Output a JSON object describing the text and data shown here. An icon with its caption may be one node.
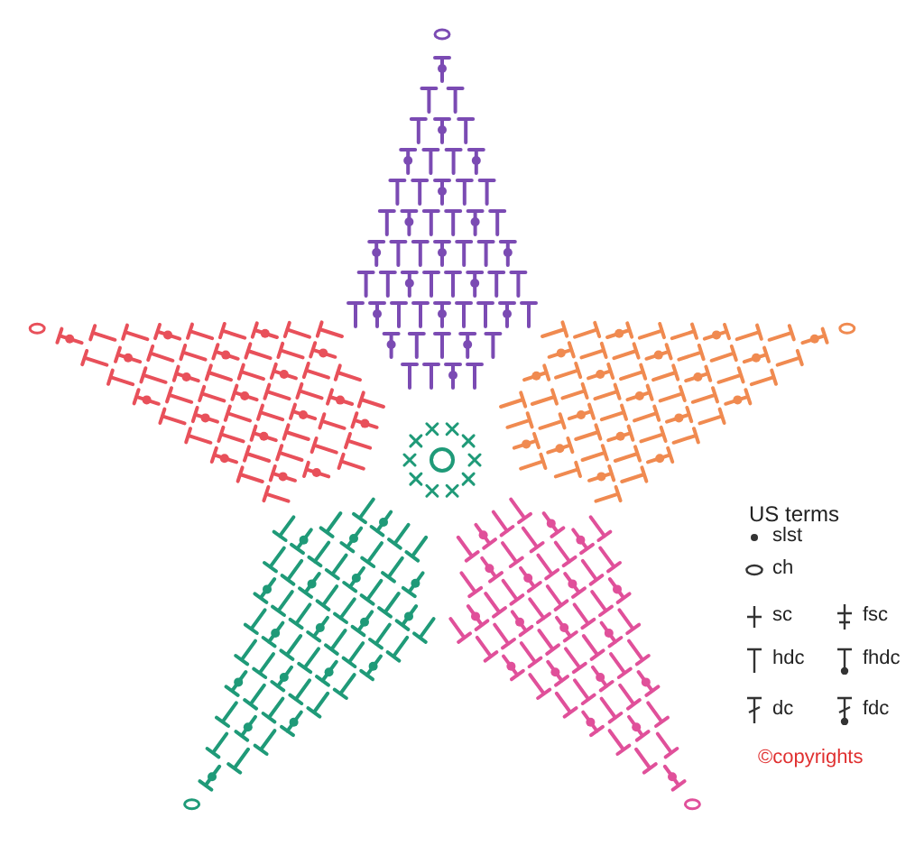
{
  "diagram": {
    "labels": [
      "US terms",
      "©copyrights"
    ],
    "legend": [
      {
        "text": "slst"
      },
      {
        "text": "ch"
      },
      {
        "text": "sc"
      },
      {
        "text": "fsc"
      },
      {
        "text": "hdc"
      },
      {
        "text": "fhdc"
      },
      {
        "text": "dc"
      },
      {
        "text": "fdc"
      }
    ]
  }
}
